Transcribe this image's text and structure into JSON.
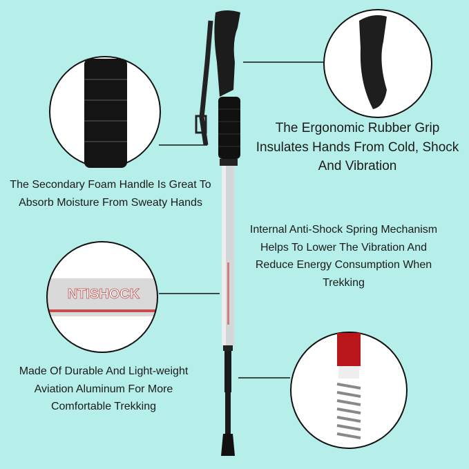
{
  "background_color": "#b6efe9",
  "callouts": {
    "grip": "The Ergonomic Rubber Grip Insulates Hands From Cold, Shock And Vibration",
    "foam": "The Secondary Foam Handle Is Great To Absorb Moisture From Sweaty Hands",
    "spring": "Internal Anti-Shock Spring Mechanism Helps To Lower The Vibration And Reduce Energy Consumption When Trekking",
    "aluminum": "Made Of Durable And Light-weight Aviation Aluminum For More Comfortable Trekking"
  },
  "zoom_label": "NTISHOCK"
}
